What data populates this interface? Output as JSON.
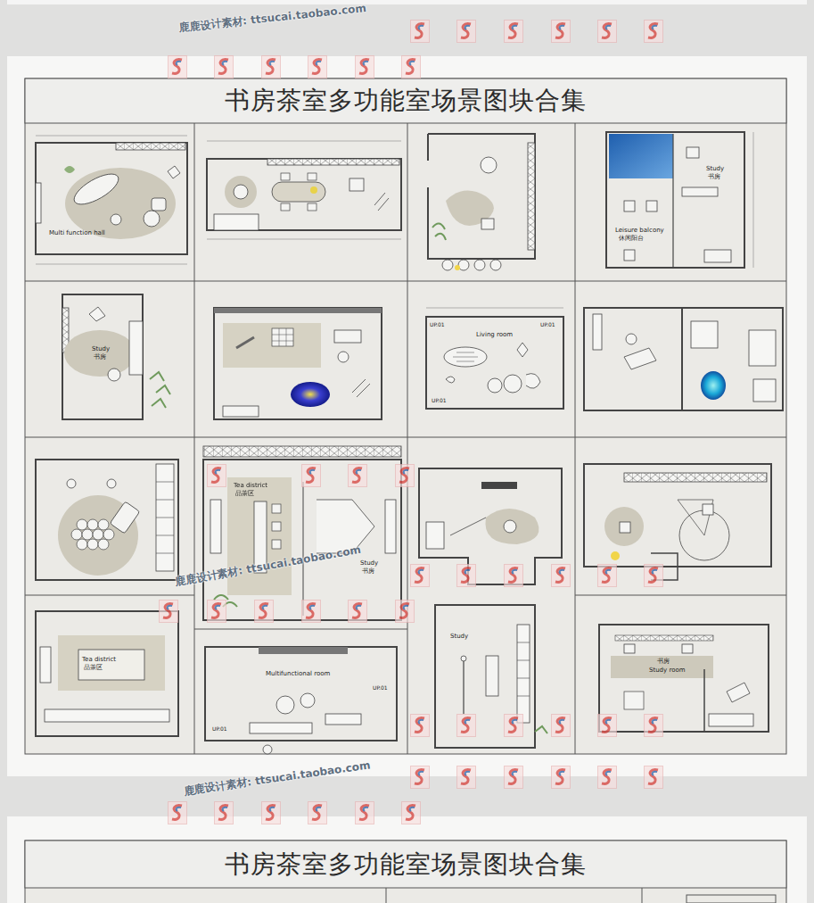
{
  "diagram": {
    "nodes": [
      {
        "text": [
          "书房茶室多功能室场景图块合集"
        ]
      },
      {
        "text": [
          "书房茶室多功能室场景图块合集"
        ]
      }
    ],
    "labels": [
      "鹿鹿设计素材: ttsucai.taobao.com",
      "Multi function hall",
      "Study",
      "书房",
      "Leisure balcony",
      "休闲阳台",
      "Study",
      "书房",
      "UP.01",
      "Living room",
      "UP.01",
      "UP.01",
      "Tea district",
      "品茶区",
      "Study",
      "书房",
      "鹿鹿设计素材: ttsucai.taobao.com",
      "Tea district",
      "品茶区",
      "Multifunctional room",
      "UP.01",
      "UP.01",
      "Study",
      "书房",
      "Study room",
      "鹿鹿设计素材: ttsucai.taobao.com"
    ]
  }
}
